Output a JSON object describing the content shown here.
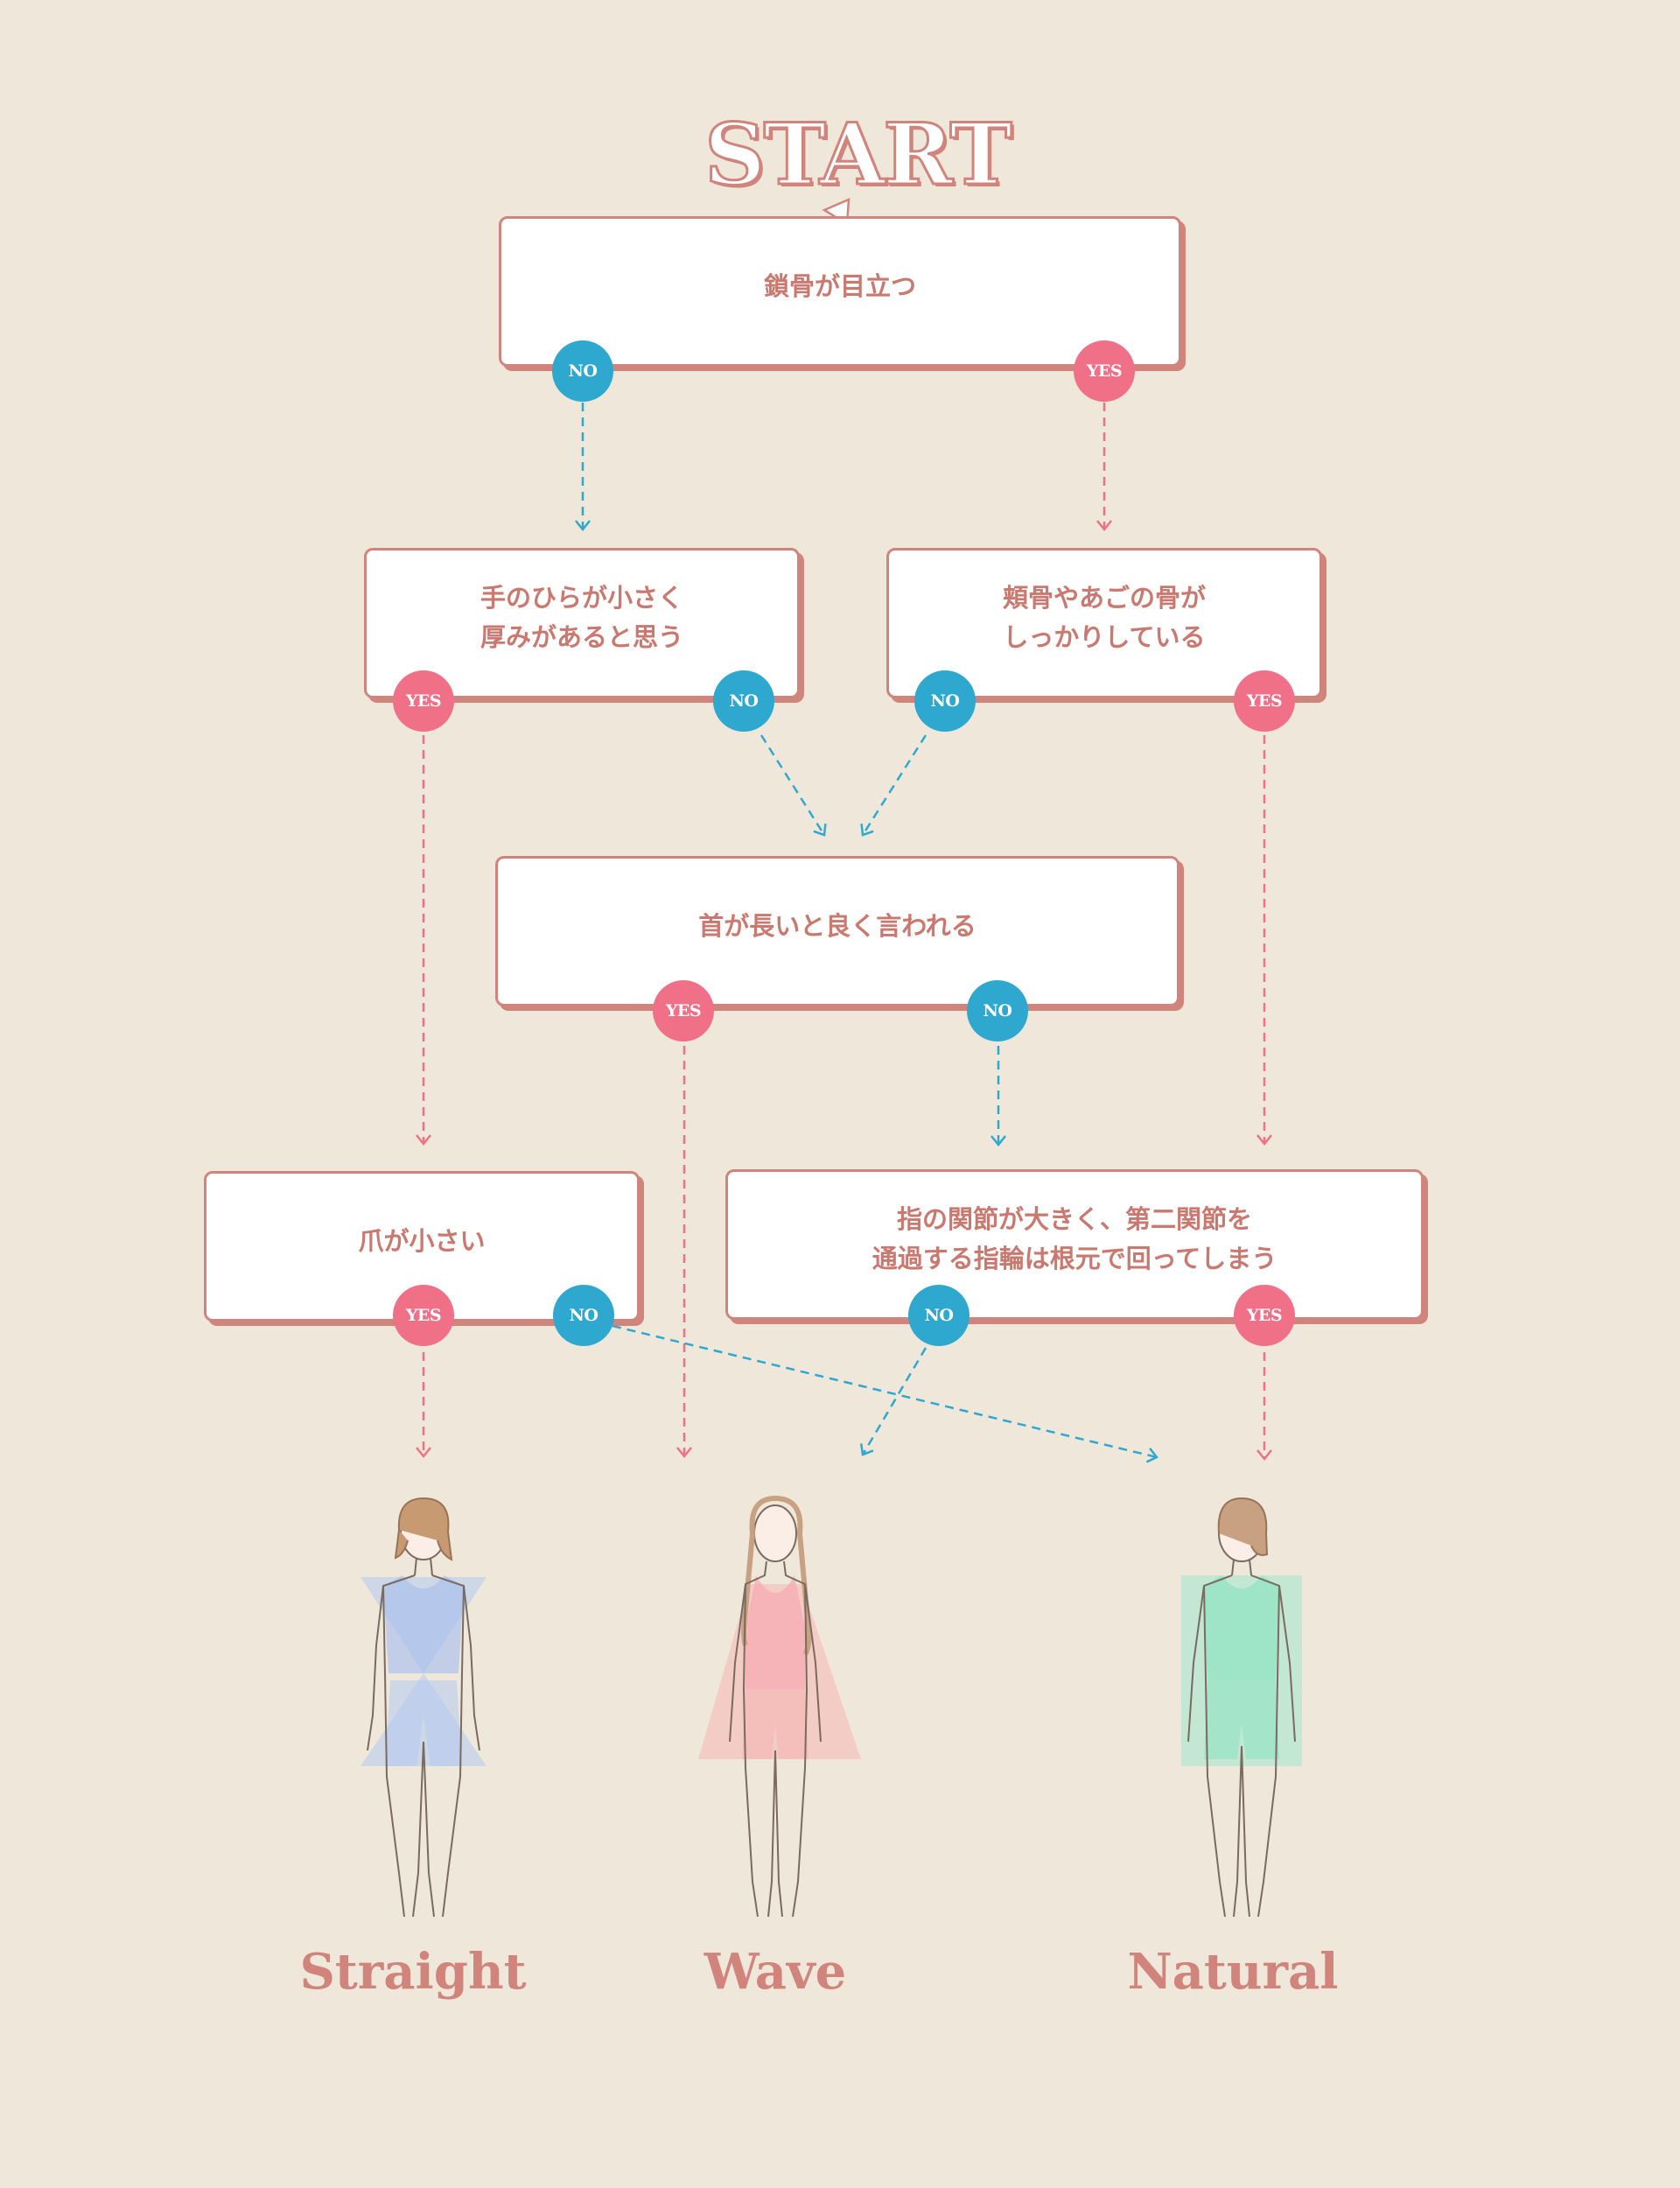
{
  "title": "START",
  "colors": {
    "background": "#efe8da",
    "accent": "#d1847c",
    "yes": "#f07088",
    "no": "#2fa8cf"
  },
  "questions": {
    "q1": "鎖骨が目立つ",
    "q2": "手のひらが小さく\n厚みがあると思う",
    "q3": "頬骨やあごの骨が\nしっかりしている",
    "q4": "首が長いと良く言われる",
    "q5": "爪が小さい",
    "q6": "指の関節が大きく、第二関節を\n通過する指輪は根元で回ってしまう"
  },
  "answers": {
    "yes": "YES",
    "no": "NO"
  },
  "results": {
    "straight": "Straight",
    "wave": "Wave",
    "natural": "Natural"
  }
}
